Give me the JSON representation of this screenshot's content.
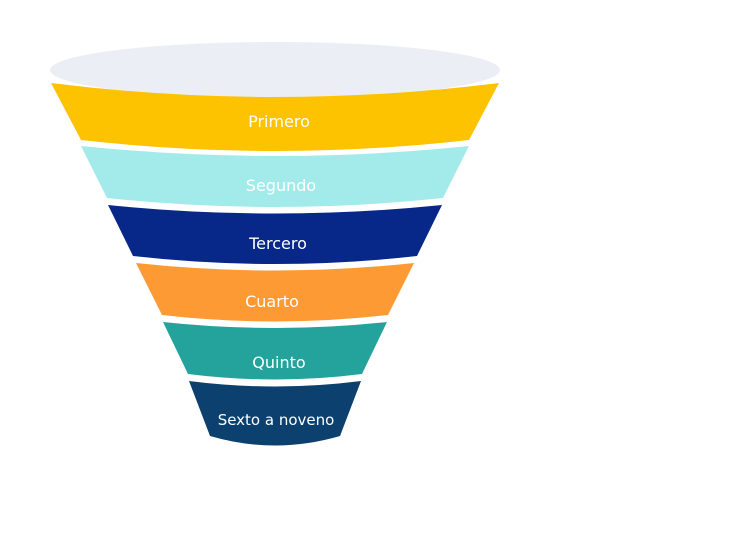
{
  "funnel": {
    "rim_color": "#eceef5",
    "stages": [
      {
        "label": "Primero",
        "color": "#fdc300"
      },
      {
        "label": "Segundo",
        "color": "#a3ebeb"
      },
      {
        "label": "Tercero",
        "color": "#072888"
      },
      {
        "label": "Cuarto",
        "color": "#fd9a33"
      },
      {
        "label": "Quinto",
        "color": "#24a39c"
      },
      {
        "label": "Sexto a noveno",
        "color": "#0c406e"
      }
    ]
  }
}
